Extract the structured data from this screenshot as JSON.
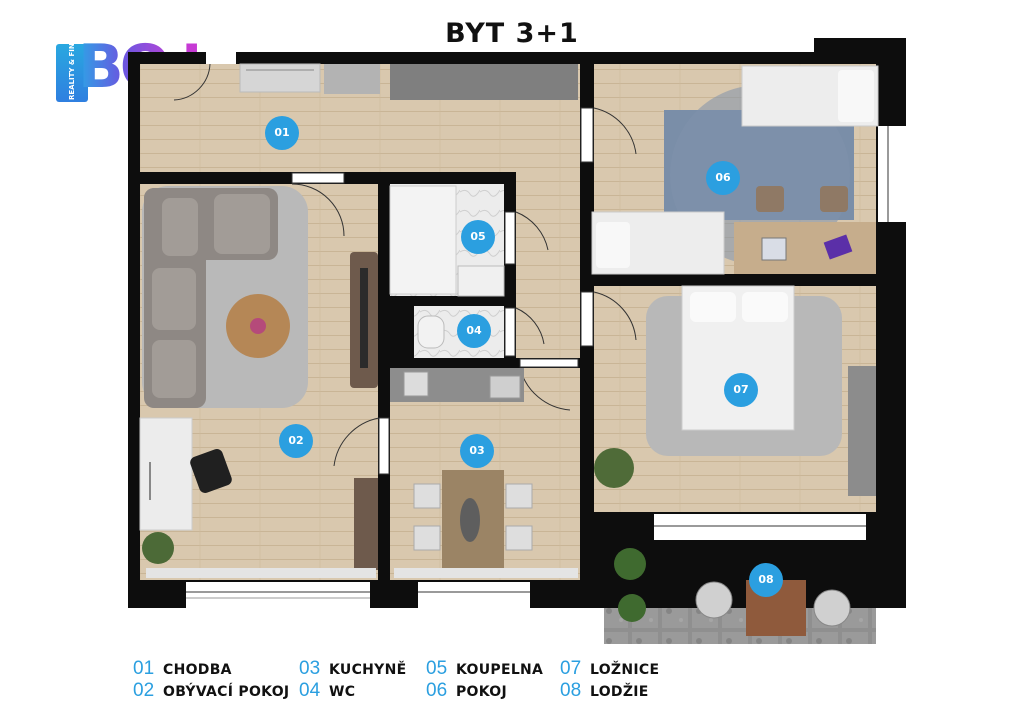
{
  "title": "BYT 3+1",
  "logo": {
    "letters": "BO",
    "exclaim": "!",
    "badge_text": "REALITY & FINANCE"
  },
  "rooms": [
    {
      "id": "01",
      "name": "CHODBA"
    },
    {
      "id": "02",
      "name": "OBÝVACÍ POKOJ"
    },
    {
      "id": "03",
      "name": "KUCHYNĚ"
    },
    {
      "id": "04",
      "name": "WC"
    },
    {
      "id": "05",
      "name": "KOUPELNA"
    },
    {
      "id": "06",
      "name": "POKOJ"
    },
    {
      "id": "07",
      "name": "LOŽNICE"
    },
    {
      "id": "08",
      "name": "LODŽIE"
    }
  ],
  "colors": {
    "marker": "#2b9fe0",
    "wall": "#0d0d0d",
    "floor": "#d8c7ad"
  }
}
